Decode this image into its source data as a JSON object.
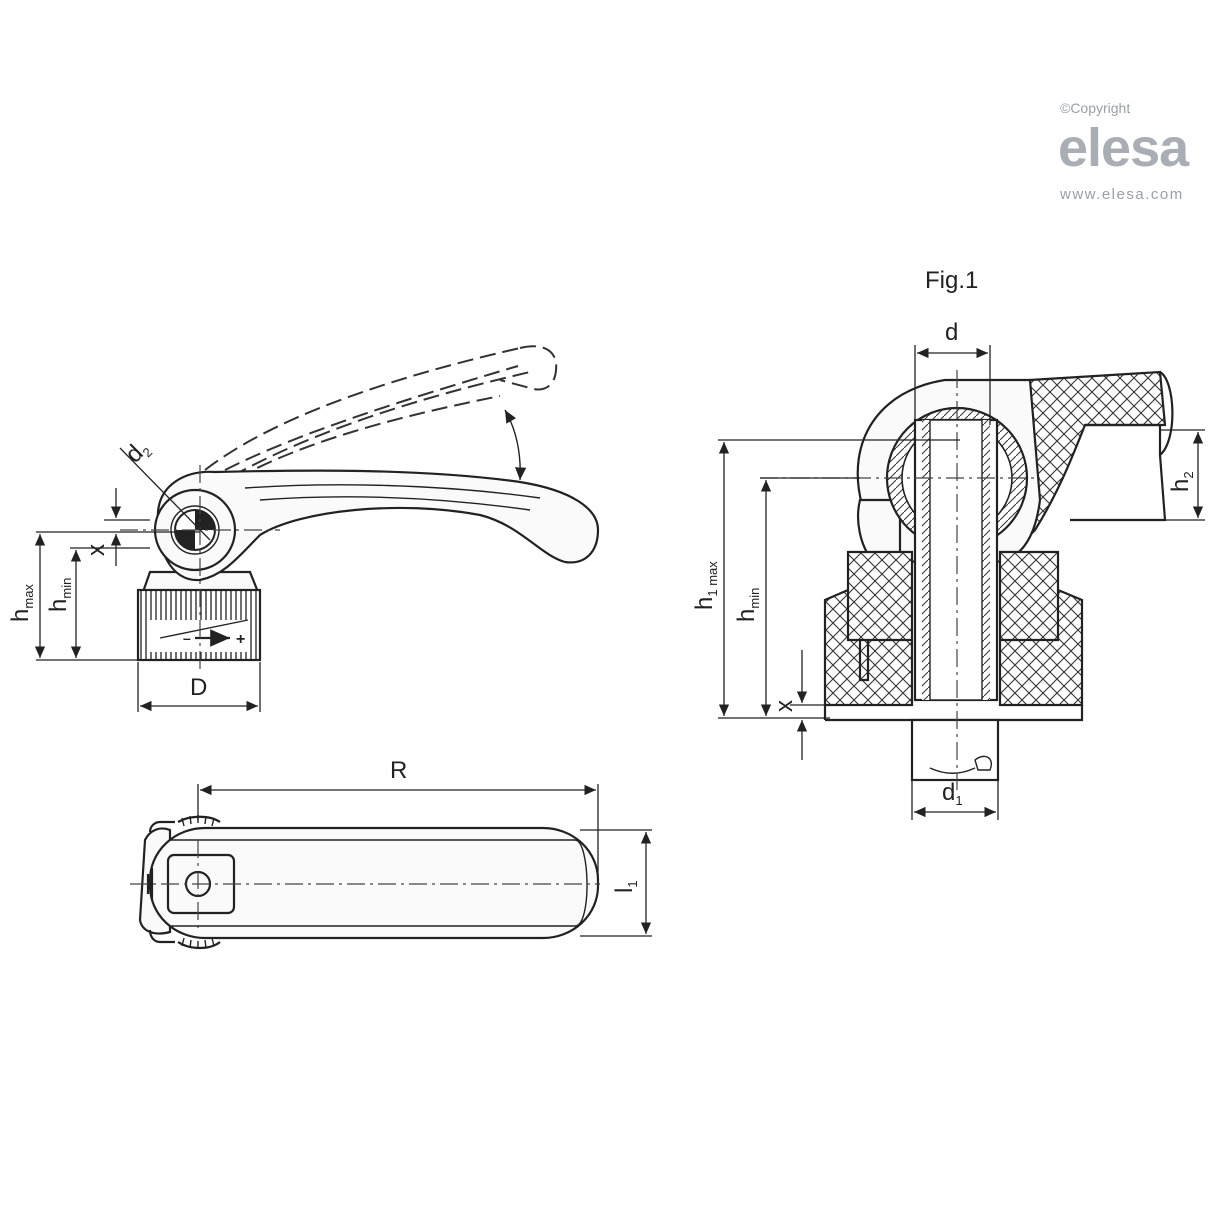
{
  "brand": {
    "copyright": "©Copyright",
    "logo": "elesa",
    "url": "www.elesa.com",
    "logo_color": "#a9aeb5"
  },
  "figure_label": "Fig.1",
  "dimensions": {
    "h_max_base": "h",
    "h_max_sub": "max",
    "h_min_base": "h",
    "h_min_sub": "min",
    "x": "x",
    "D": "D",
    "d2_base": "d",
    "d2_sub": "2",
    "R": "R",
    "l1_base": "l",
    "l1_sub": "1",
    "d": "d",
    "d1_base": "d",
    "d1_sub": "1",
    "h1max_base": "h",
    "h1max_sub": "1 max",
    "hmin2_base": "h",
    "hmin2_sub": "min",
    "h2_base": "h",
    "h2_sub": "2",
    "x2": "x"
  },
  "scale_signs": {
    "minus": "–",
    "plus": "+"
  }
}
